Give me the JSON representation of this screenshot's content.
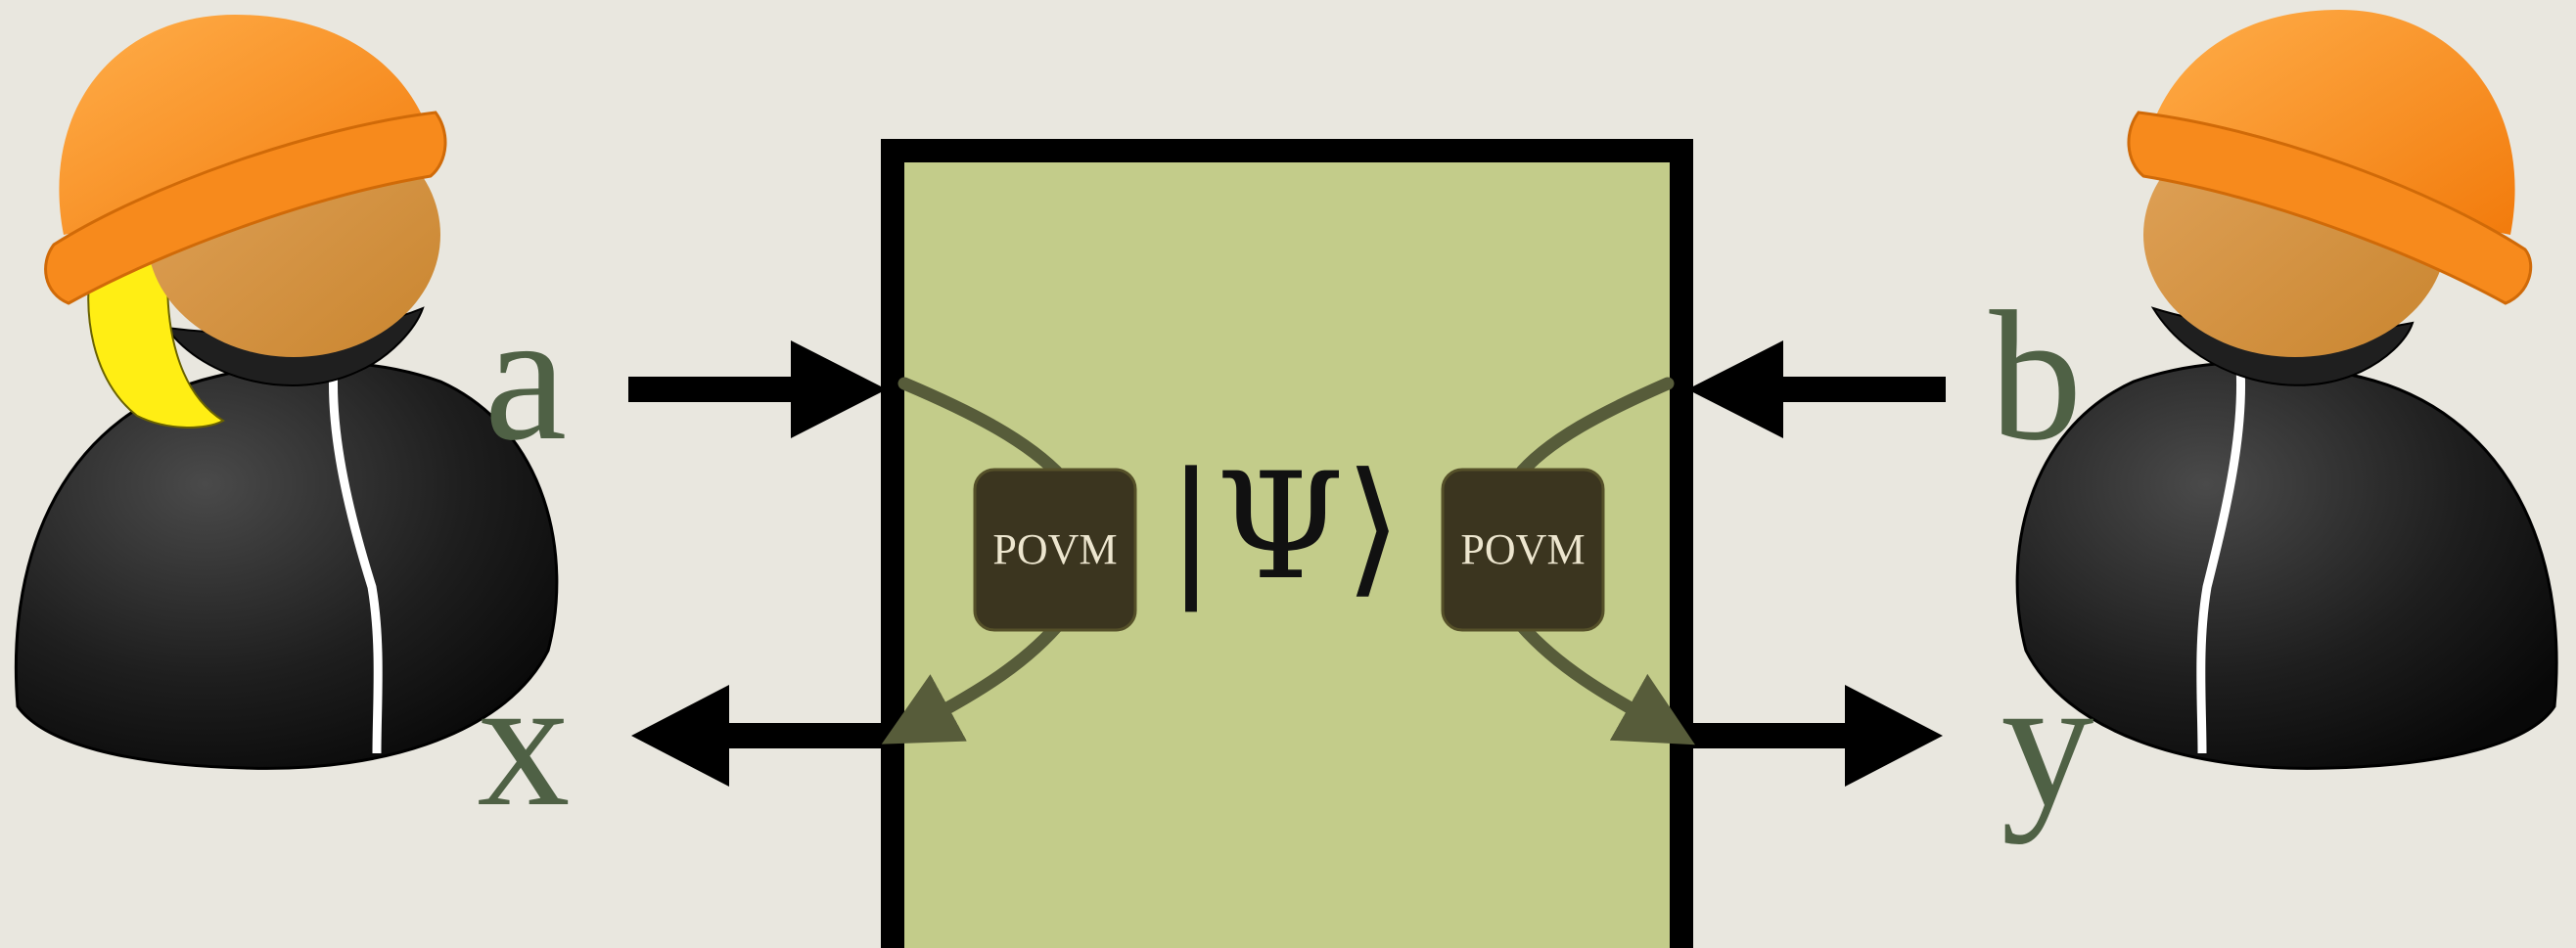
{
  "diagram": {
    "alice": {
      "input": "a",
      "output": "x"
    },
    "bob": {
      "input": "b",
      "output": "y"
    },
    "state": "|Ψ⟩",
    "left_box": "POVM",
    "right_box": "POVM"
  },
  "colors": {
    "background": "#e9e7df",
    "box_fill": "#c3cc8a",
    "box_border": "#000000",
    "povm_fill": "#3b351f",
    "label_green": "#4f6145",
    "curve_olive": "#575c3a",
    "hat_orange": "#f78a1c",
    "face": "#d49644",
    "hair_yellow": "#ffee14",
    "body_black": "#1a1a1a"
  }
}
